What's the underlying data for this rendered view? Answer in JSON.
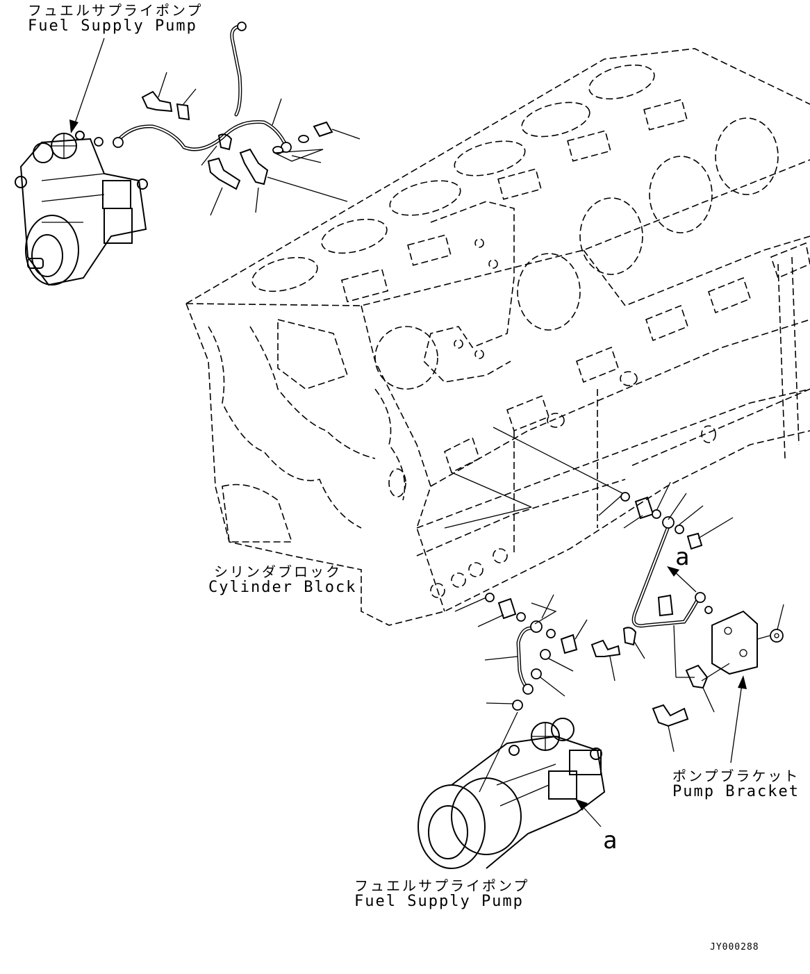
{
  "labels": {
    "pump_top": {
      "jp": "フュエルサプライポンプ",
      "en": "Fuel Supply Pump"
    },
    "cylinder_block": {
      "jp": "シリンダブロック",
      "en": "Cylinder Block"
    },
    "pump_bracket": {
      "jp": "ポンプブラケット",
      "en": "Pump Bracket"
    },
    "pump_bottom": {
      "jp": "フュエルサプライポンプ",
      "en": "Fuel Supply Pump"
    }
  },
  "view_refs": {
    "upper": "a",
    "lower": "a"
  },
  "drawing_code": "JY000288",
  "colors": {
    "line": "#000000",
    "background": "#ffffff"
  }
}
